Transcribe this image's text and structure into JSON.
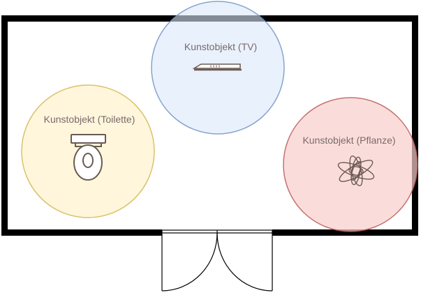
{
  "colors": {
    "wall": "#000000",
    "tv_fill": "#dae8fc",
    "tv_stroke": "#6c8ebf",
    "toilet_fill": "#fff2cc",
    "toilet_stroke": "#d6b656",
    "plant_fill": "#f8cecc",
    "plant_stroke": "#b85450",
    "label_text": "#7a6a6a",
    "icon_stroke": "#6b5a52"
  },
  "zones": [
    {
      "key": "tv",
      "label": "Kunstobjekt (TV)",
      "icon": "tv-icon"
    },
    {
      "key": "toilet",
      "label": "Kunstobjekt (Toilette)",
      "icon": "toilet-icon"
    },
    {
      "key": "plant",
      "label": "Kunstobjekt (Pflanze)",
      "icon": "plant-icon"
    }
  ],
  "door": {
    "type": "double-door",
    "icon": "double-door-icon"
  }
}
